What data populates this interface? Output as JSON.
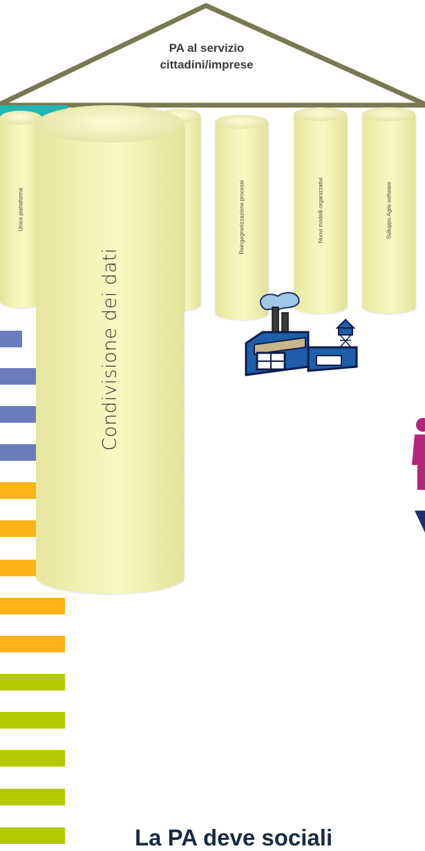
{
  "roof": {
    "line1": "PA al servizio",
    "line2": "cittadini/imprese"
  },
  "pillars": [
    {
      "label": "Unica piattaforma"
    },
    {
      "label": "Condivisione dei dati"
    },
    {
      "label": "Reingegnerizzazione processi"
    },
    {
      "label": "Nuovi modelli organizzativi"
    },
    {
      "label": "Sviluppo Agile software"
    }
  ],
  "icons": [
    "factory-icon",
    "person-icon"
  ],
  "stripe_colors": {
    "blue": "#6b7bbf",
    "orange": "#fcb316",
    "green": "#b5c900"
  },
  "headline": "La PA deve sociali",
  "colors": {
    "roof_fill": "#ffffff",
    "roof_stroke": "#7a7a52",
    "pillar": "#f4f5b8",
    "teal": "#23b5b2",
    "person": "#b3267e"
  }
}
